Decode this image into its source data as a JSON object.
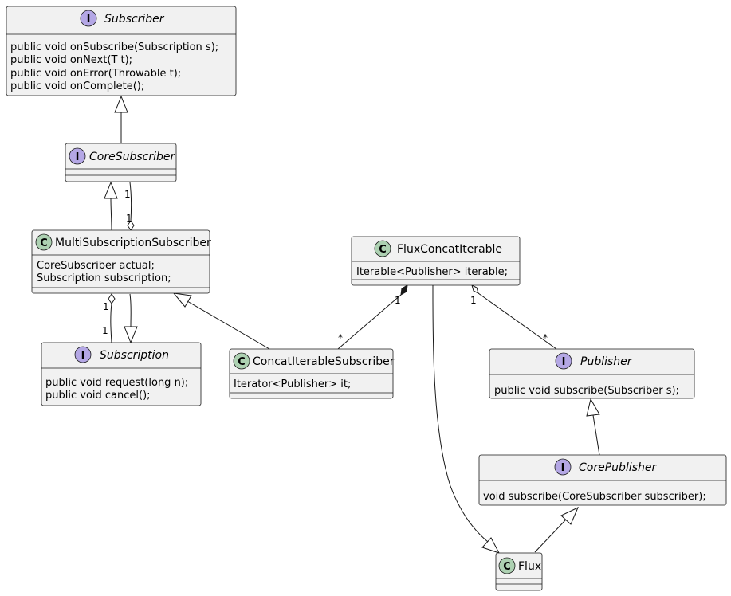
{
  "colors": {
    "box_fill": "#f1f1f1",
    "border": "#181818",
    "interface_badge": "#b4a7e5",
    "class_badge": "#add1b2"
  },
  "stereotypes": {
    "interface": "I",
    "class": "C"
  },
  "classes": {
    "subscriber": {
      "name": "Subscriber",
      "kind": "interface",
      "members": [
        "public void onSubscribe(Subscription s);",
        "public void onNext(T t);",
        "public void onError(Throwable t);",
        "public void onComplete();"
      ]
    },
    "core_subscriber": {
      "name": "CoreSubscriber",
      "kind": "interface",
      "members": []
    },
    "multi_subscription_subscriber": {
      "name": "MultiSubscriptionSubscriber",
      "kind": "class",
      "members": [
        "CoreSubscriber actual;",
        "Subscription subscription;"
      ]
    },
    "subscription": {
      "name": "Subscription",
      "kind": "interface",
      "members": [
        "public void request(long n);",
        "public void cancel();"
      ]
    },
    "concat_iterable_subscriber": {
      "name": "ConcatIterableSubscriber",
      "kind": "class",
      "members": [
        "Iterator<Publisher> it;"
      ]
    },
    "flux_concat_iterable": {
      "name": "FluxConcatIterable",
      "kind": "class",
      "members": [
        "Iterable<Publisher> iterable;"
      ]
    },
    "publisher": {
      "name": "Publisher",
      "kind": "interface",
      "members": [
        "public void subscribe(Subscriber s);"
      ]
    },
    "core_publisher": {
      "name": "CorePublisher",
      "kind": "interface",
      "members": [
        "void subscribe(CoreSubscriber subscriber);"
      ]
    },
    "flux": {
      "name": "Flux",
      "kind": "class",
      "members": []
    }
  },
  "relations": [
    {
      "from": "CoreSubscriber",
      "to": "Subscriber",
      "type": "generalization"
    },
    {
      "from": "MultiSubscriptionSubscriber",
      "to": "CoreSubscriber",
      "type": "generalization"
    },
    {
      "from": "MultiSubscriptionSubscriber",
      "to": "CoreSubscriber",
      "type": "aggregation",
      "source_mult": "1",
      "target_mult": "1"
    },
    {
      "from": "MultiSubscriptionSubscriber",
      "to": "Subscription",
      "type": "aggregation",
      "source_mult": "1",
      "target_mult": "1"
    },
    {
      "from": "MultiSubscriptionSubscriber",
      "to": "Subscription",
      "type": "generalization"
    },
    {
      "from": "ConcatIterableSubscriber",
      "to": "MultiSubscriptionSubscriber",
      "type": "generalization"
    },
    {
      "from": "FluxConcatIterable",
      "to": "ConcatIterableSubscriber",
      "type": "composition",
      "source_mult": "1",
      "target_mult": "*"
    },
    {
      "from": "FluxConcatIterable",
      "to": "Publisher",
      "type": "aggregation",
      "source_mult": "1",
      "target_mult": "*"
    },
    {
      "from": "FluxConcatIterable",
      "to": "Flux",
      "type": "generalization"
    },
    {
      "from": "CorePublisher",
      "to": "Publisher",
      "type": "generalization"
    },
    {
      "from": "Flux",
      "to": "CorePublisher",
      "type": "generalization"
    }
  ]
}
